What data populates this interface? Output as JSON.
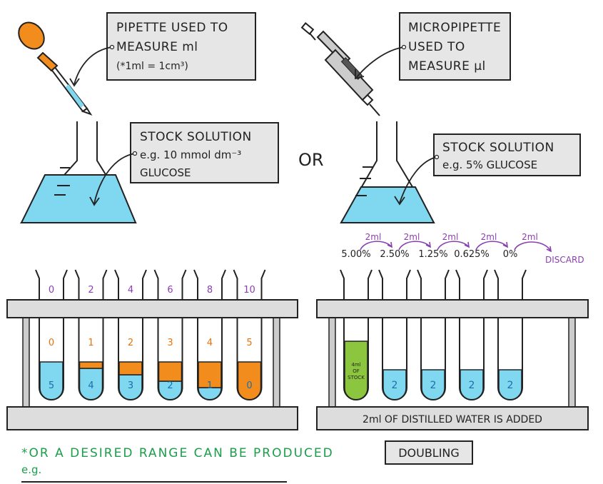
{
  "labels": {
    "pipette_line1": "PIPETTE USED TO",
    "pipette_line2": "MEASURE ml",
    "pipette_line3": "(*1ml = 1cm³)",
    "micro_line1": "MICROPIPETTE",
    "micro_line2": "USED TO",
    "micro_line3": "MEASURE µl",
    "stock1_line1": "STOCK SOLUTION",
    "stock1_line2": "e.g. 10 mmol dm⁻³",
    "stock1_line3": "GLUCOSE",
    "stock2_line1": "STOCK SOLUTION",
    "stock2_line2": "e.g. 5% GLUCOSE",
    "or": "OR",
    "footnote": "*OR A DESIRED RANGE CAN BE PRODUCED",
    "eg": "e.g.",
    "doubling": "DOUBLING",
    "distilled": "2ml OF DISTILLED WATER IS ADDED",
    "discard": "DISCARD",
    "transfer": "2ml",
    "stock_tube_l1": "4ml",
    "stock_tube_l2": "OF",
    "stock_tube_l3": "STOCK"
  },
  "left_rack": {
    "top_numbers": [
      "0",
      "2",
      "4",
      "6",
      "8",
      "10"
    ],
    "orange_numbers": [
      "0",
      "1",
      "2",
      "3",
      "4",
      "5"
    ],
    "blue_numbers": [
      "5",
      "4",
      "3",
      "2",
      "1",
      "0"
    ]
  },
  "right_rack": {
    "concentrations": [
      "5.00%",
      "2.50%",
      "1.25%",
      "0.625%",
      "0%"
    ],
    "water_numbers": [
      "2",
      "2",
      "2",
      "2"
    ]
  },
  "colors": {
    "orange": "#f28c1c",
    "blue": "#7fd8f0",
    "green": "#8cc63f",
    "purple": "#8a3fb0",
    "green_text": "#1a9e4a",
    "box_fill": "#e6e6e6",
    "rack_fill": "#dddddd"
  }
}
